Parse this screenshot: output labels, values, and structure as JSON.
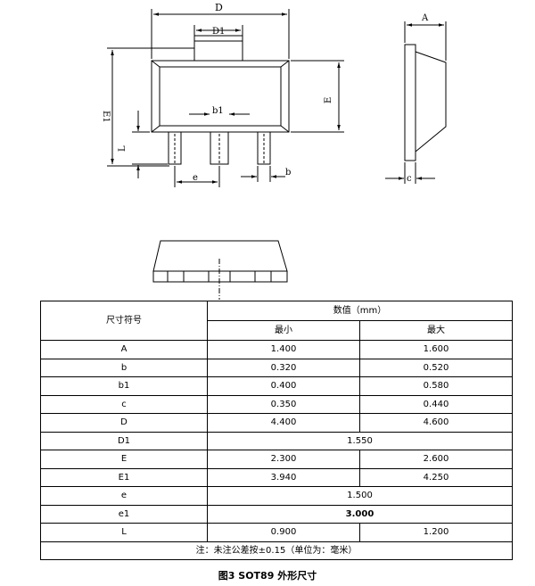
{
  "drawing_labels": {
    "D": "D",
    "D1": "D1",
    "A": "A",
    "E": "E",
    "E1": "E1",
    "b1": "b1",
    "L": "L",
    "e": "e",
    "b": "b",
    "c": "c"
  },
  "table": {
    "header_symbol": "尺寸符号",
    "header_value": "数值（mm）",
    "header_min": "最小",
    "header_max": "最大",
    "rows": [
      {
        "symbol": "A",
        "min": "1.400",
        "max": "1.600"
      },
      {
        "symbol": "b",
        "min": "0.320",
        "max": "0.520"
      },
      {
        "symbol": "b1",
        "min": "0.400",
        "max": "0.580"
      },
      {
        "symbol": "c",
        "min": "0.350",
        "max": "0.440"
      },
      {
        "symbol": "D",
        "min": "4.400",
        "max": "4.600"
      },
      {
        "symbol": "D1",
        "value": "1.550"
      },
      {
        "symbol": "E",
        "min": "2.300",
        "max": "2.600"
      },
      {
        "symbol": "E1",
        "min": "3.940",
        "max": "4.250"
      },
      {
        "symbol": "e",
        "value": "1.500"
      },
      {
        "symbol": "e1",
        "value": "3.000"
      },
      {
        "symbol": "L",
        "min": "0.900",
        "max": "1.200"
      }
    ],
    "note": "注：未注公差按±0.15（单位为：毫米）"
  },
  "caption": "图3   SOT89 外形尺寸"
}
